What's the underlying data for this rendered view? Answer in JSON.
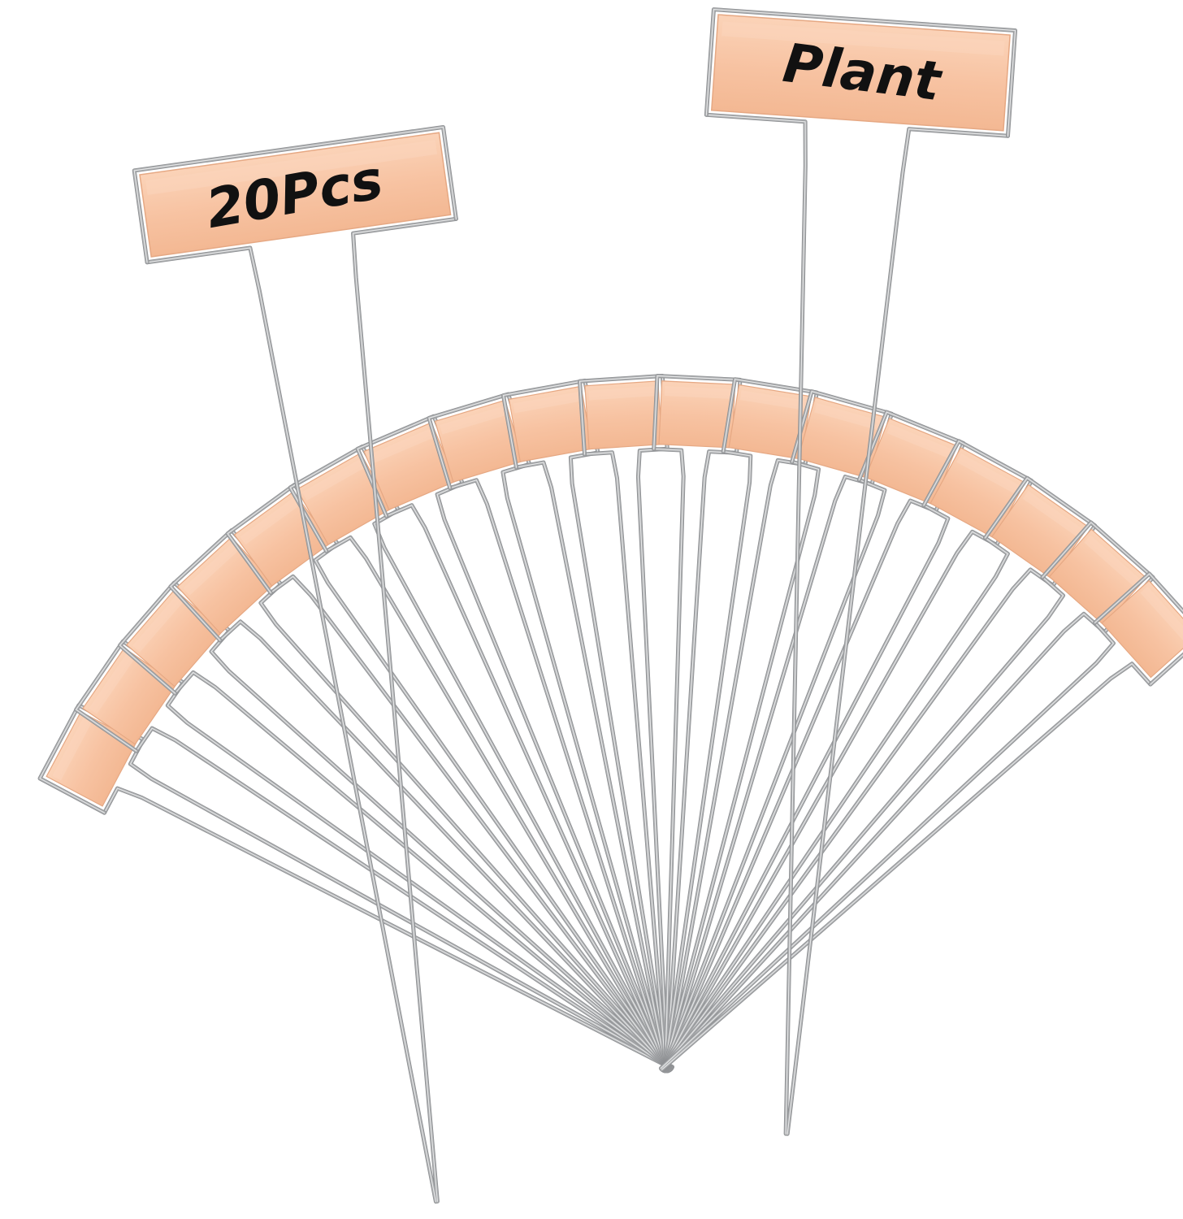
{
  "product": {
    "fan_marker_count": 18,
    "featured_markers": [
      {
        "id": "left",
        "text": "20Pcs"
      },
      {
        "id": "right",
        "text": "Plant"
      }
    ]
  },
  "colors": {
    "label_face": "#f7c4a4",
    "label_face_light": "#fbd6bd",
    "label_edge": "#e6a883",
    "wire_main": "#a9abad",
    "wire_highlight": "#e4e5e6",
    "wire_dark": "#8f9194",
    "ink": "#111111"
  }
}
